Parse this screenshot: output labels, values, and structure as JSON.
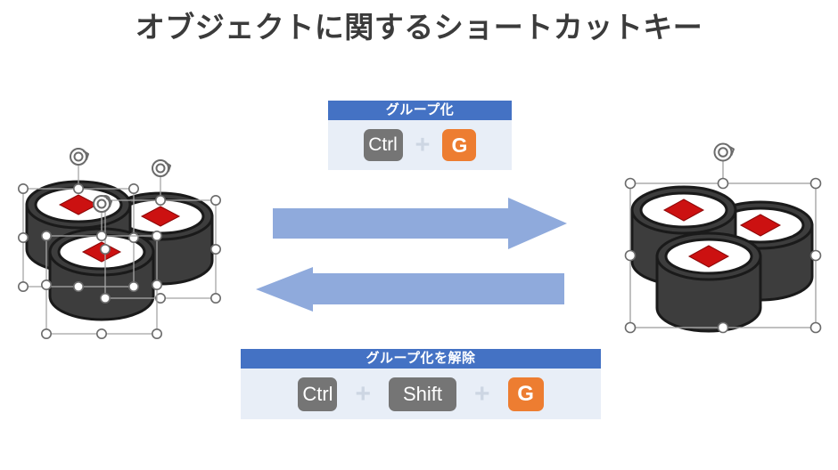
{
  "slide": {
    "title": "オブジェクトに関するショートカットキー",
    "background_color": "#ffffff"
  },
  "theme": {
    "header_blue": "#4472c4",
    "panel_body_blue": "#e8eef7",
    "key_gray": "#757575",
    "key_orange": "#ed7d31",
    "plus_gray": "#cdd6e3",
    "arrow_blue": "#8faadc",
    "sushi_dark": "#3d3d3d",
    "sushi_red": "#cc1111",
    "sushi_white": "#ffffff",
    "selection_line": "#a6a6a6",
    "title_color": "#3b3b3b"
  },
  "panels": [
    {
      "id": "group",
      "header": "グループ化",
      "keys": [
        {
          "type": "modifier",
          "label": "Ctrl"
        },
        {
          "type": "plus",
          "label": "+"
        },
        {
          "type": "letter",
          "label": "G"
        }
      ]
    },
    {
      "id": "ungroup",
      "header": "グループ化を解除",
      "keys": [
        {
          "type": "modifier",
          "label": "Ctrl"
        },
        {
          "type": "plus",
          "label": "+"
        },
        {
          "type": "modifier",
          "label": "Shift"
        },
        {
          "type": "plus",
          "label": "+"
        },
        {
          "type": "letter",
          "label": "G"
        }
      ]
    }
  ],
  "arrows": [
    {
      "id": "arrow-right",
      "direction": "right",
      "color": "#8faadc"
    },
    {
      "id": "arrow-left",
      "direction": "left",
      "color": "#8faadc"
    }
  ],
  "illustrations": [
    {
      "id": "sushi-left",
      "state": "ungrouped",
      "description": "3つの寿司が個別に選択された状態",
      "selected_objects": 3,
      "rotation_handles": 3
    },
    {
      "id": "sushi-right",
      "state": "grouped",
      "description": "寿司がグループ化され1つの選択枠で囲まれた状態",
      "selected_objects": 1,
      "rotation_handles": 1
    }
  ]
}
